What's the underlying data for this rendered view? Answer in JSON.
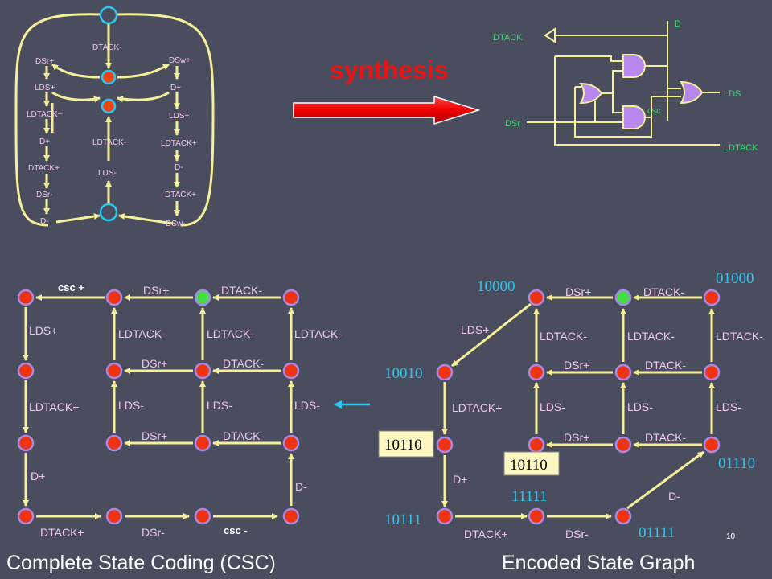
{
  "page_title_left": "Complete State Coding (CSC)",
  "page_title_right": "Encoded State Graph",
  "synthesis_label": "synthesis",
  "page_number": "10",
  "stg": {
    "mid_top": "DTACK-",
    "left_col": [
      "DSr+",
      "LDS+",
      "LDTACK+",
      "D+",
      "DTACK+",
      "DSr-",
      "D-"
    ],
    "mid_col": [
      "LDTACK-",
      "LDS-"
    ],
    "right_col": [
      "DSw+",
      "D+",
      "LDS+",
      "LDTACK+",
      "D-",
      "DTACK+",
      "DSw-"
    ]
  },
  "circuit": {
    "inputs": [
      "DSr",
      "LDTACK"
    ],
    "outputs": [
      "DTACK",
      "D",
      "LDS"
    ],
    "internal": "csc"
  },
  "csc_graph": {
    "csc_plus": "csc +",
    "csc_minus": "csc -",
    "labels": {
      "top_dsr": "DSr+",
      "top_dtack": "DTACK-",
      "mid_dsr": "DSr+",
      "mid_dtack": "DTACK-",
      "low_dsr": "DSr+",
      "low_dtack": "DTACK-",
      "c0_lds": "LDS+",
      "c0_ldtack": "LDTACK+",
      "c0_d": "D+",
      "c1_ldtack": "LDTACK-",
      "c1_lds": "LDS-",
      "c2_ldtack": "LDTACK-",
      "c2_lds": "LDS-",
      "c3_ldtack": "LDTACK-",
      "c3_lds": "LDS-",
      "c3_d": "D-",
      "bot_dtack": "DTACK+",
      "bot_dsr": "DSr-"
    }
  },
  "encoded_graph": {
    "codes": {
      "c10000": "10000",
      "c01000": "01000",
      "c10010": "10010",
      "c10110a": "10110",
      "c10110b": "10110",
      "c01110": "01110",
      "c11111": "11111",
      "c10111": "10111",
      "c01111": "01111"
    },
    "labels": {
      "top_dsr": "DSr+",
      "top_dtack": "DTACK-",
      "mid_dsr": "DSr+",
      "mid_dtack": "DTACK-",
      "low_dsr": "DSr+",
      "low_dtack": "DTACK-",
      "diag_lds": "LDS+",
      "ldtack_p": "LDTACK+",
      "d_p": "D+",
      "c1_ldtack": "LDTACK-",
      "c1_lds": "LDS-",
      "c2_ldtack": "LDTACK-",
      "c2_lds": "LDS-",
      "c3_ldtack": "LDTACK-",
      "c3_lds": "LDS-",
      "d_m": "D-",
      "bot_dtack": "DTACK+",
      "bot_dsr": "DSr-"
    }
  }
}
